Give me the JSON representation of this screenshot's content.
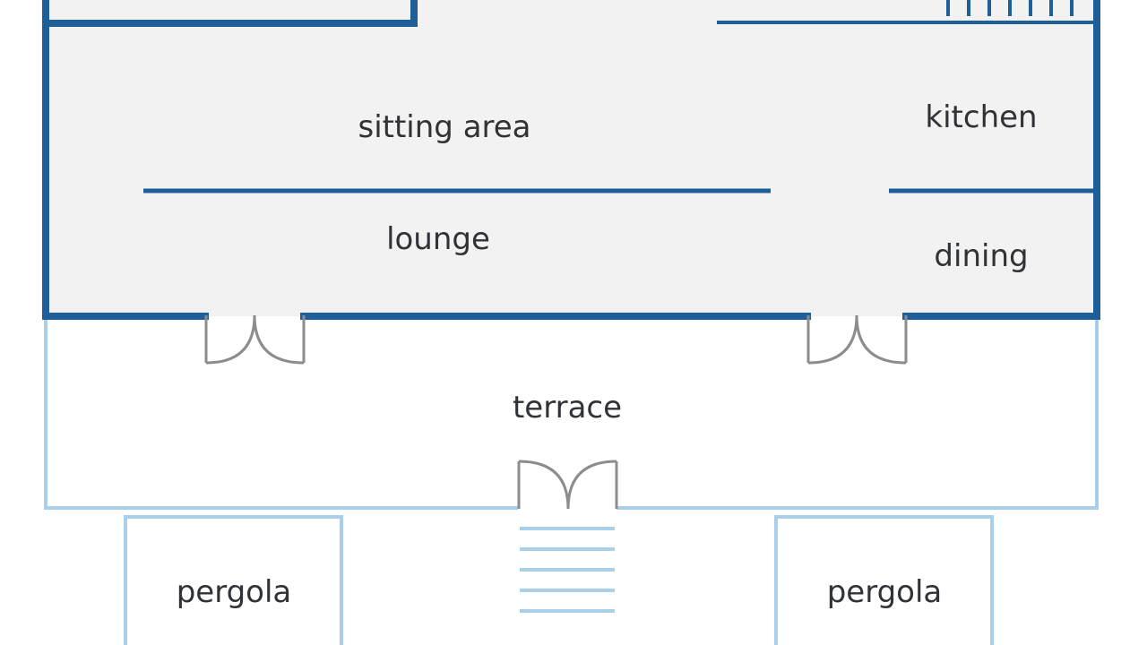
{
  "labels": {
    "sitting_area": "sitting area",
    "kitchen": "kitchen",
    "lounge": "lounge",
    "dining": "dining",
    "terrace": "terrace",
    "pergola_left": "pergola",
    "pergola_right": "pergola"
  },
  "colors": {
    "interior_wall": "#1f5f99",
    "exterior_outline": "#a9cfea",
    "interior_fill": "#f2f2f2",
    "door": "#8c8c8c",
    "text": "#2f3236"
  }
}
